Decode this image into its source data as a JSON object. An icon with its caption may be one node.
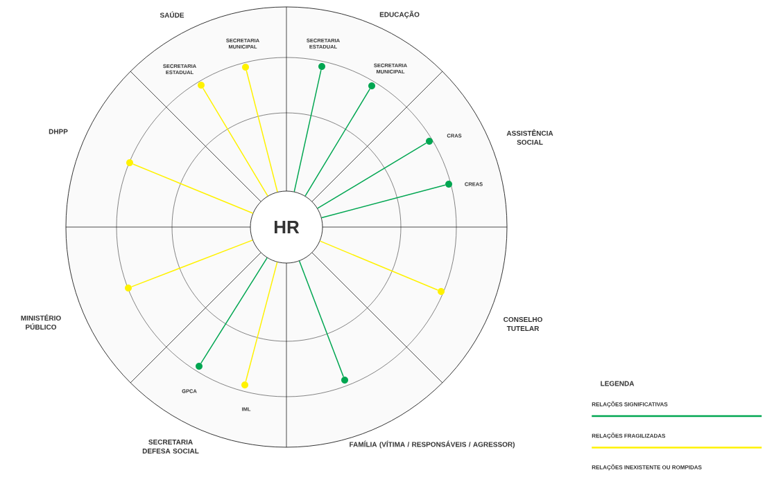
{
  "diagram": {
    "nodes": [
      {
        "text": [
          "HR"
        ]
      },
      {
        "text": [],
        "shape": "circle",
        "beside": [
          "SECRETARIA ESTADUAL"
        ]
      },
      {
        "text": [],
        "shape": "circle",
        "beside": [
          "SECRETARIA MUNICIPAL"
        ]
      },
      {
        "text": [],
        "shape": "circle",
        "beside": [
          "SECRETARIA ESTADUAL"
        ]
      },
      {
        "text": [],
        "shape": "circle",
        "beside": [
          "SECRETARIA MUNICIPAL"
        ]
      },
      {
        "text": [],
        "shape": "circle",
        "beside": [
          "CRAS"
        ]
      },
      {
        "text": [],
        "shape": "circle",
        "beside": [
          "CREAS"
        ]
      },
      {
        "text": [],
        "shape": "circle"
      },
      {
        "text": [],
        "shape": "circle"
      },
      {
        "text": [],
        "shape": "circle",
        "beside": [
          "GPCA"
        ]
      },
      {
        "text": [],
        "shape": "circle",
        "beside": [
          "IML"
        ]
      },
      {
        "text": [],
        "shape": "circle"
      },
      {
        "text": [],
        "shape": "circle"
      }
    ],
    "edges": [
      {
        "from": 0,
        "to": 1,
        "arrow": "none",
        "color": "#fff200"
      },
      {
        "from": 0,
        "to": 2,
        "arrow": "none",
        "color": "#fff200"
      },
      {
        "from": 0,
        "to": 3,
        "arrow": "none",
        "color": "#00a651"
      },
      {
        "from": 0,
        "to": 4,
        "arrow": "none",
        "color": "#00a651"
      },
      {
        "from": 0,
        "to": 5,
        "arrow": "none",
        "color": "#00a651"
      },
      {
        "from": 0,
        "to": 6,
        "arrow": "none",
        "color": "#00a651"
      },
      {
        "from": 0,
        "to": 7,
        "arrow": "none",
        "color": "#fff200"
      },
      {
        "from": 0,
        "to": 8,
        "arrow": "none",
        "color": "#00a651"
      },
      {
        "from": 0,
        "to": 9,
        "arrow": "none",
        "color": "#00a651"
      },
      {
        "from": 0,
        "to": 10,
        "arrow": "none",
        "color": "#fff200"
      },
      {
        "from": 0,
        "to": 11,
        "arrow": "none",
        "color": "#fff200"
      },
      {
        "from": 0,
        "to": 12,
        "arrow": "none",
        "color": "#fff200"
      }
    ],
    "labels": [
      "SAÚDE",
      "EDUCAÇÃO",
      "DHPP",
      "ASSISTÊNCIA SOCIAL",
      "MINISTÉRIO PÚBLICO",
      "CONSELHO TUTELAR",
      "SECRETARIA DEFESA SOCIAL",
      "FAMÍLIA (VÍTIMA / RESPONSÁVEIS / AGRESSOR)",
      "LEGENDA"
    ],
    "legend": [
      {
        "text": "RELAÇÕES SIGNIFICATIVAS",
        "color": "#00a651"
      },
      {
        "text": "RELAÇÕES FRAGILIZADAS",
        "color": "#fff200"
      },
      {
        "text": "RELAÇÕES INEXISTENTE OU ROMPIDAS"
      }
    ]
  }
}
